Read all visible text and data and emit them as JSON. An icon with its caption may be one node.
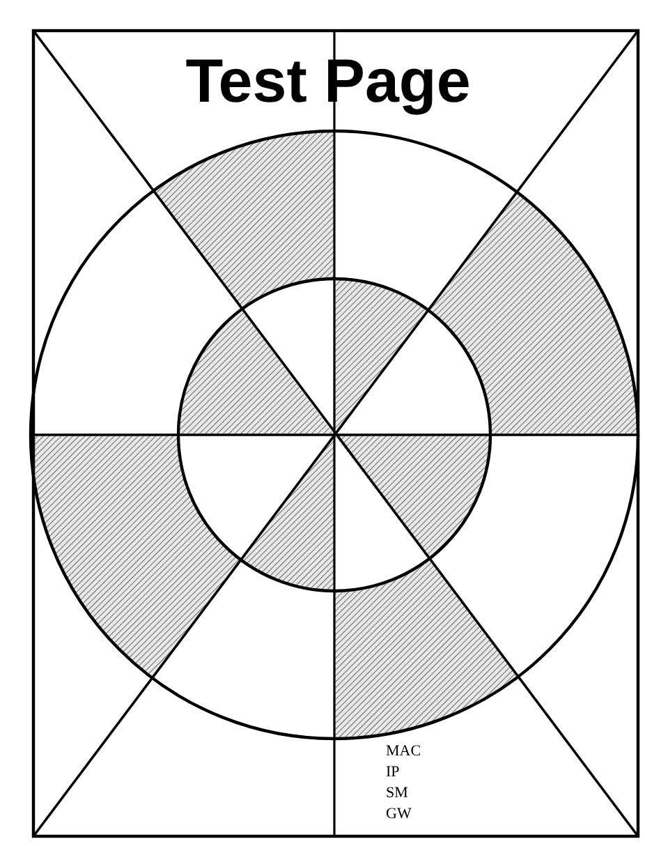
{
  "diagram": {
    "title": "Test Page",
    "labels": [
      "MAC",
      "IP",
      "SM",
      "GW"
    ]
  }
}
